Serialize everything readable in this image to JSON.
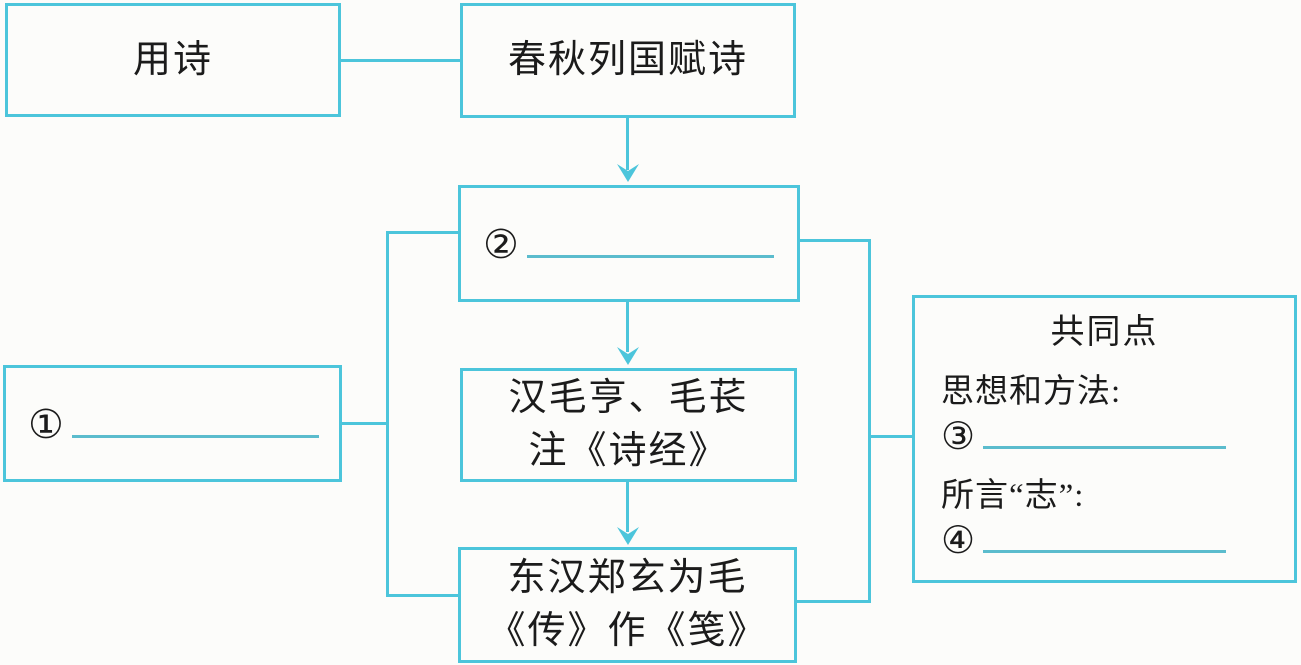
{
  "colors": {
    "accent": "#4cc5db",
    "underline": "#5bbccd",
    "text": "#1b1b1b",
    "background": "#fcfcfa"
  },
  "nodes": {
    "use_poetry": {
      "label": "用诗"
    },
    "chunqiu_states": {
      "label": "春秋列国赋诗"
    },
    "blank_two": {
      "marker": "②"
    },
    "mao_commentary": {
      "line1": "汉毛亨、毛苌",
      "line2": "注《诗经》"
    },
    "zheng_xuan": {
      "line1": "东汉郑玄为毛",
      "line2": "《传》作《笺》"
    },
    "blank_one": {
      "marker": "①"
    },
    "common_points": {
      "title": "共同点",
      "thought_method_label": "思想和方法:",
      "marker_three": "③",
      "zhi_label": "所言“志”:",
      "marker_four": "④"
    }
  }
}
